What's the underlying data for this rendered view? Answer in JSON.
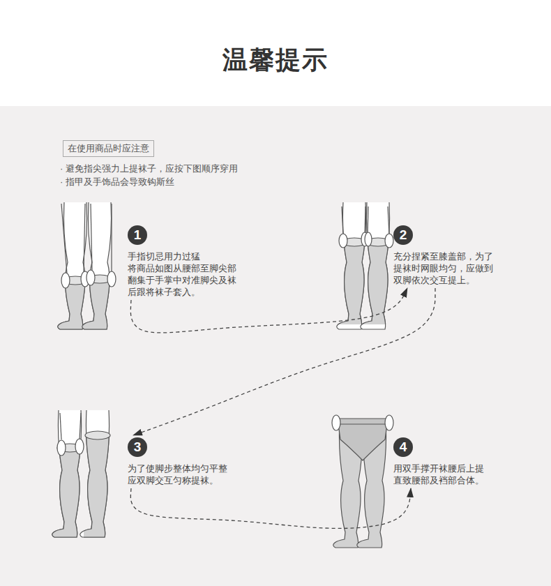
{
  "diagram": {
    "title": "温馨提示",
    "nodes": [
      {
        "text": [
          "在使用商品时应注意"
        ]
      },
      {
        "text": [
          "1",
          "手指切忌用力过猛 将商品如图从腰部至脚尖部 翻集于手掌中对准脚尖及袜 后跟将袜子套入。"
        ]
      },
      {
        "text": [
          "2",
          "充分捏紧至膝盖部，为了 提袜时网眼均匀，应做到 双脚依次交互提上。"
        ]
      },
      {
        "text": [
          "3",
          "为了使脚步整体均匀平整 应双脚交互匀称提袜。"
        ]
      },
      {
        "text": [
          "4",
          "用双手撑开袜腰后上提 直致腰部及裆部合体。"
        ]
      }
    ],
    "edges": [
      {
        "from": 1,
        "to": 2,
        "arrow": "to"
      },
      {
        "from": 2,
        "to": 3,
        "arrow": "to"
      },
      {
        "from": 3,
        "to": 4,
        "arrow": "to"
      }
    ],
    "labels": [
      "· 避免指尖强力上提袜子，应按下图顺序穿用",
      "· 指甲及手饰品会导致钩斯丝"
    ]
  }
}
